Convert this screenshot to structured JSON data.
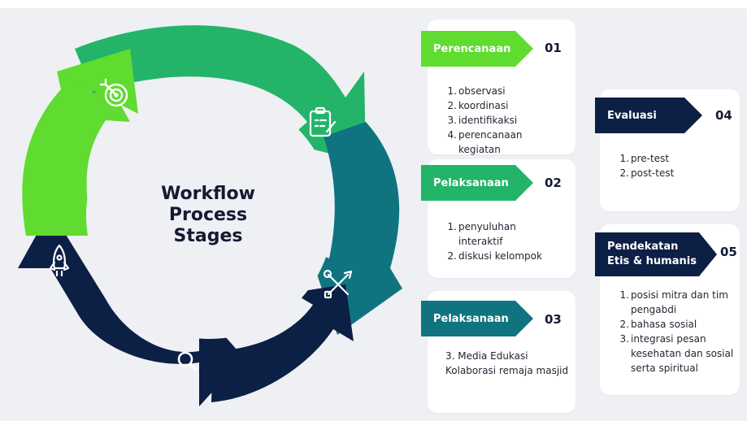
{
  "title": {
    "line1": "Workflow",
    "line2": "Process",
    "line3": "Stages"
  },
  "colors": {
    "lightGreen": "#5fdc2f",
    "green": "#23b46a",
    "teal": "#0f7480",
    "navy": "#0c1f44",
    "background": "#eef0f3"
  },
  "icons": {
    "stage1": "target-icon",
    "stage2": "clipboard-icon",
    "stage3": "tools-icon",
    "stage4": "search-icon",
    "stage5": "rocket-icon"
  },
  "cards": [
    {
      "label": "Perencanaan",
      "number": "01",
      "items": [
        {
          "n": "1.",
          "t": "observasi"
        },
        {
          "n": "2.",
          "t": "koordinasi"
        },
        {
          "n": "3.",
          "t": "identifikaksi"
        },
        {
          "n": "4.",
          "t": "perencanaan kegiatan"
        }
      ]
    },
    {
      "label": "Pelaksanaan",
      "number": "02",
      "items": [
        {
          "n": "1.",
          "t": "penyuluhan interaktif"
        },
        {
          "n": "2.",
          "t": "diskusi kelompok"
        }
      ]
    },
    {
      "label": "Pelaksanaan",
      "number": "03",
      "line1": "3. Media Edukasi",
      "line2": "Kolaborasi remaja masjid"
    },
    {
      "label": "Evaluasi",
      "number": "04",
      "items": [
        {
          "n": "1.",
          "t": "pre-test"
        },
        {
          "n": "2.",
          "t": "post-test"
        }
      ]
    },
    {
      "label": "Pendekatan Etis & humanis",
      "number": "05",
      "items": [
        {
          "n": "1.",
          "t": "posisi mitra dan tim pengabdi"
        },
        {
          "n": "2.",
          "t": "bahasa sosial"
        },
        {
          "n": "3.",
          "t": "integrasi pesan kesehatan dan sosial serta spiritual"
        }
      ]
    }
  ]
}
